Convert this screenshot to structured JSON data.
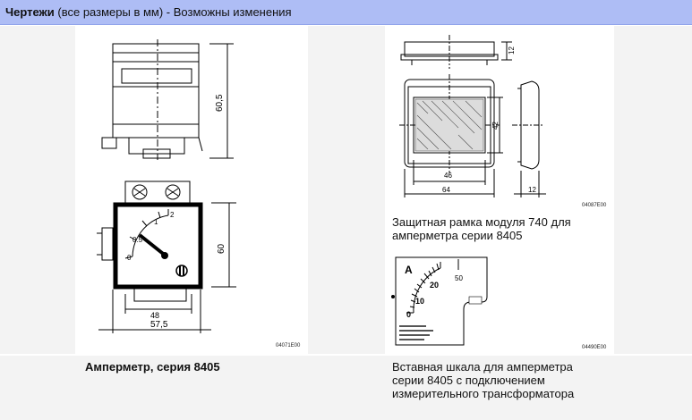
{
  "header": {
    "title_bold": "Чертежи",
    "title_rest": " (все размеры в мм) - Возможны изменения"
  },
  "left_drawing": {
    "dim_height_top": "60,5",
    "dim_height_front": "60",
    "dim_width_inner": "48",
    "dim_width_outer": "57,5",
    "scale_labels": [
      "0",
      "0.5",
      "1",
      "2"
    ],
    "code": "04071E00"
  },
  "right_top_drawing": {
    "dim_depth": "12",
    "dim_height": "42",
    "dim_width_inner": "46",
    "dim_width_outer": "64",
    "dim_side": "12",
    "code": "04087E00"
  },
  "right_bottom_drawing": {
    "unit": "A",
    "scale_labels": [
      "0",
      "10",
      "20",
      "50"
    ],
    "code": "04490E00"
  },
  "captions": {
    "left": "Амперметр, серия 8405",
    "right_top_line1": "Защитная рамка модуля 740 для",
    "right_top_line2": "амперметра серии 8405",
    "right_bottom_line1": "Вставная шкала для амперметра",
    "right_bottom_line2": "серии 8405 с подключением",
    "right_bottom_line3": "измерительного трансформатора"
  }
}
